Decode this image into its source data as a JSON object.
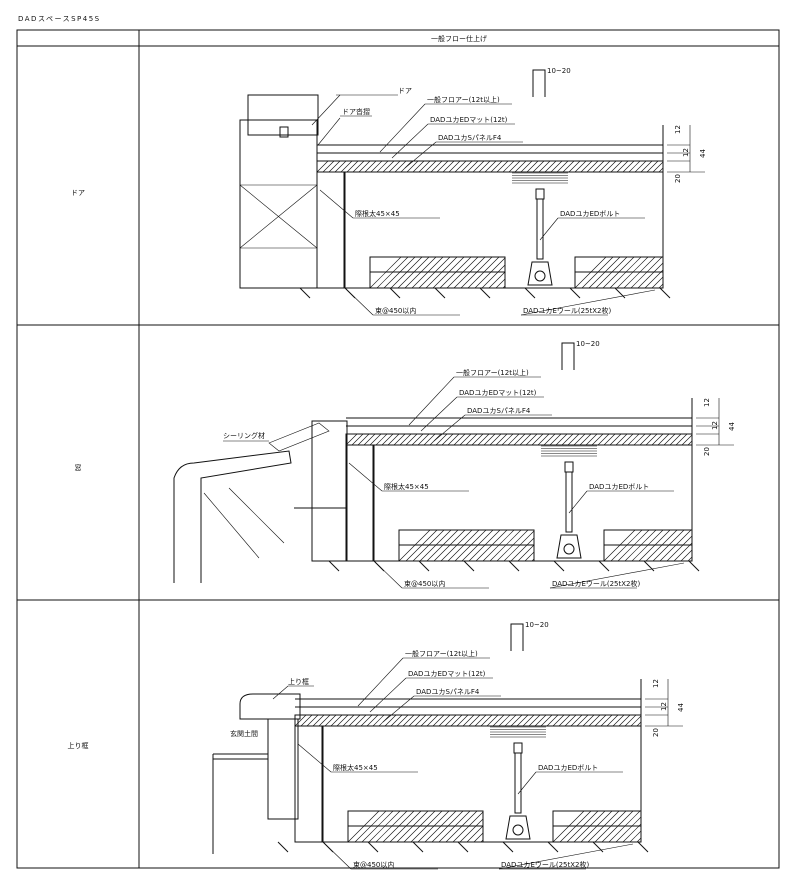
{
  "title": "DADスペースSP45S",
  "header": {
    "column": "一般フロー仕上げ"
  },
  "rows": [
    {
      "label": "ドア",
      "extra": [
        "ドア",
        "ドア沓摺"
      ]
    },
    {
      "label": "窓",
      "extra": [
        "シーリング材"
      ]
    },
    {
      "label": "上り框",
      "extra": [
        "上り框",
        "玄関土間"
      ]
    }
  ],
  "callouts": {
    "gap": "10~20",
    "flooring": "一般フロアー(12t以上)",
    "mat": "DADユカEDマット(12t)",
    "panel": "DADユカSパネルF4",
    "joist": "際根太45×45",
    "bolt": "DADユカEDボルト",
    "spacing": "束@450以内",
    "wool": "DADユカEウール(25tX2枚)"
  },
  "dimensions": {
    "d1": "12",
    "d2": "12",
    "d3": "44",
    "d4": "20"
  }
}
